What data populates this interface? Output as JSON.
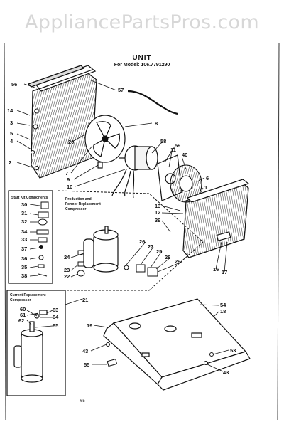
{
  "watermark": "AppliancePartsPros.com",
  "title": "UNIT",
  "model_line": "For Model: 106.7791290",
  "page_number": "65",
  "boxes": {
    "start_kit": "Start Kit Components",
    "production": "Production and Former Replacement Compressor",
    "current": "Current Replacement Compressor"
  },
  "callouts": [
    "56",
    "57",
    "14",
    "3",
    "5",
    "4",
    "2",
    "20",
    "8",
    "7",
    "9",
    "10",
    "58",
    "59",
    "11",
    "40",
    "6",
    "1",
    "13",
    "12",
    "39",
    "30",
    "31",
    "32",
    "34",
    "33",
    "37",
    "36",
    "35",
    "38",
    "24",
    "23",
    "22",
    "26",
    "27",
    "25",
    "28",
    "29",
    "16",
    "17",
    "21",
    "60",
    "61",
    "62",
    "63",
    "64",
    "65",
    "19",
    "54",
    "18",
    "43",
    "53",
    "55",
    "43"
  ]
}
